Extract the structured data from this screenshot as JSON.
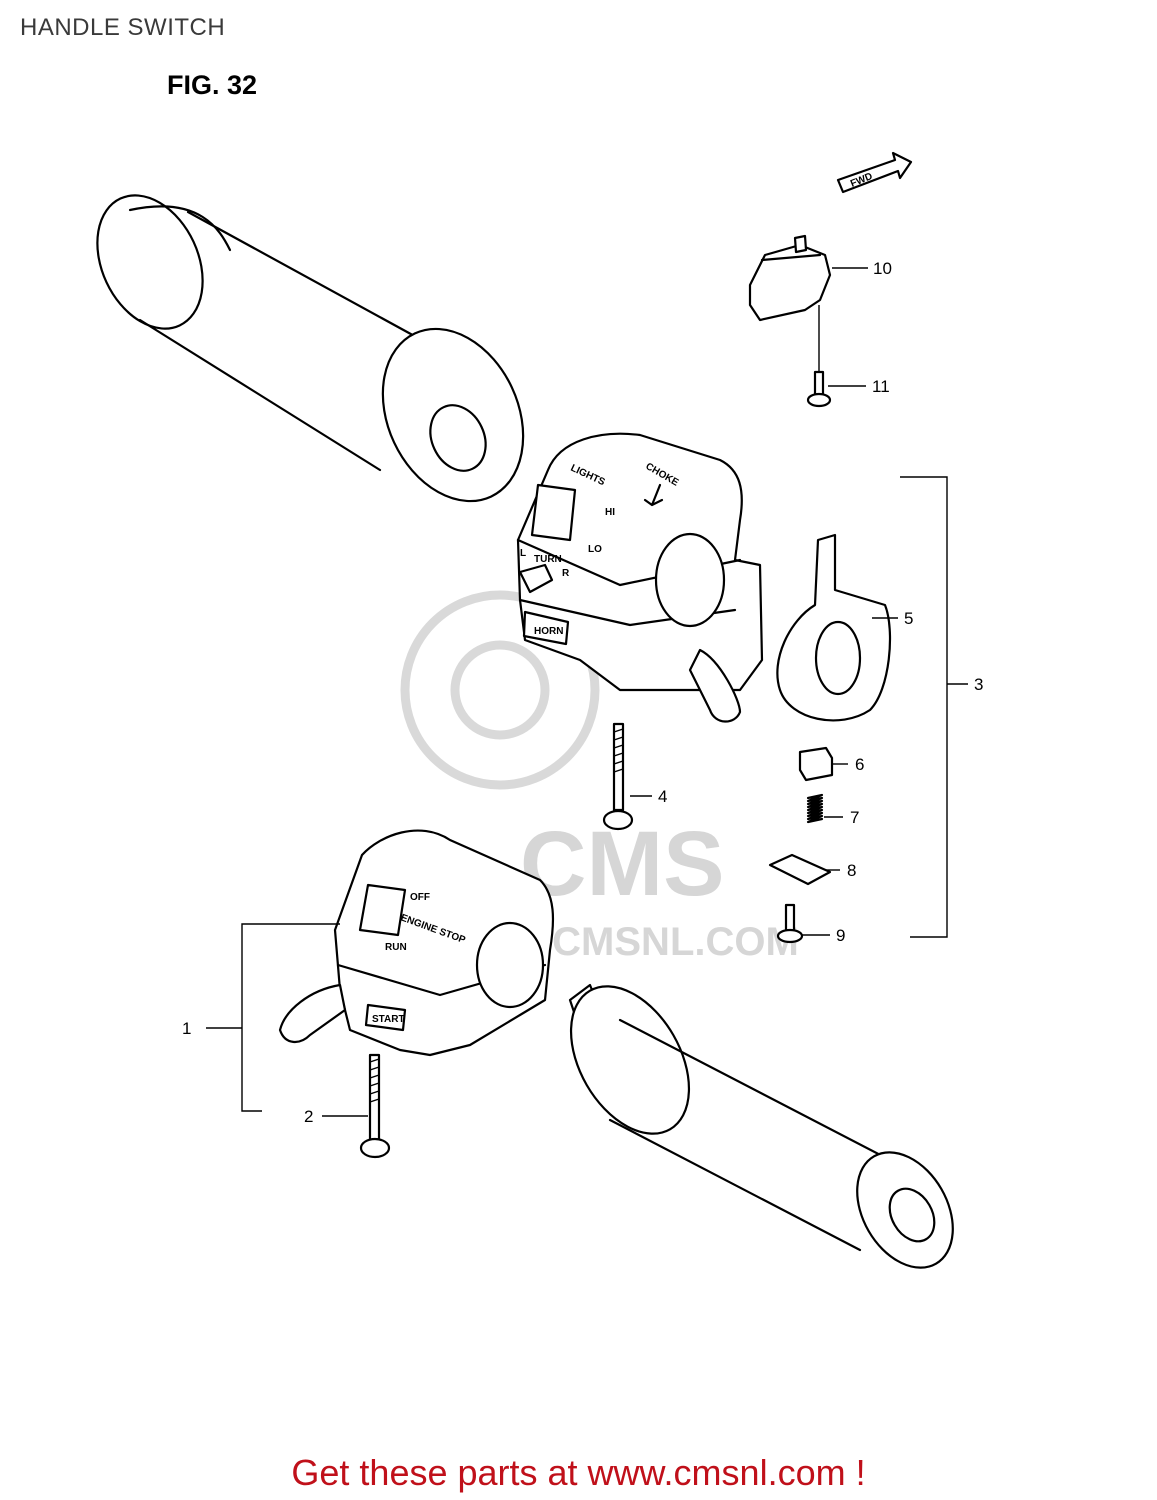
{
  "header": {
    "title": "HANDLE SWITCH",
    "figure": "FIG. 32"
  },
  "fwd_label": "FWD",
  "callouts": [
    {
      "num": "1"
    },
    {
      "num": "2"
    },
    {
      "num": "3"
    },
    {
      "num": "4"
    },
    {
      "num": "5"
    },
    {
      "num": "6"
    },
    {
      "num": "7"
    },
    {
      "num": "8"
    },
    {
      "num": "9"
    },
    {
      "num": "10"
    },
    {
      "num": "11"
    }
  ],
  "switch_labels": {
    "lights": "LIGHTS",
    "hi": "HI",
    "lo": "LO",
    "choke": "CHOKE",
    "turn": "TURN",
    "l": "L",
    "r": "R",
    "horn": "HORN",
    "off": "OFF",
    "engine_stop": "ENGINE STOP",
    "run": "RUN",
    "start": "START"
  },
  "watermark": {
    "brand": "CMS",
    "url": "WWW.CMSNL.COM"
  },
  "footer": {
    "text": "Get these parts at www.cmsnl.com !"
  }
}
